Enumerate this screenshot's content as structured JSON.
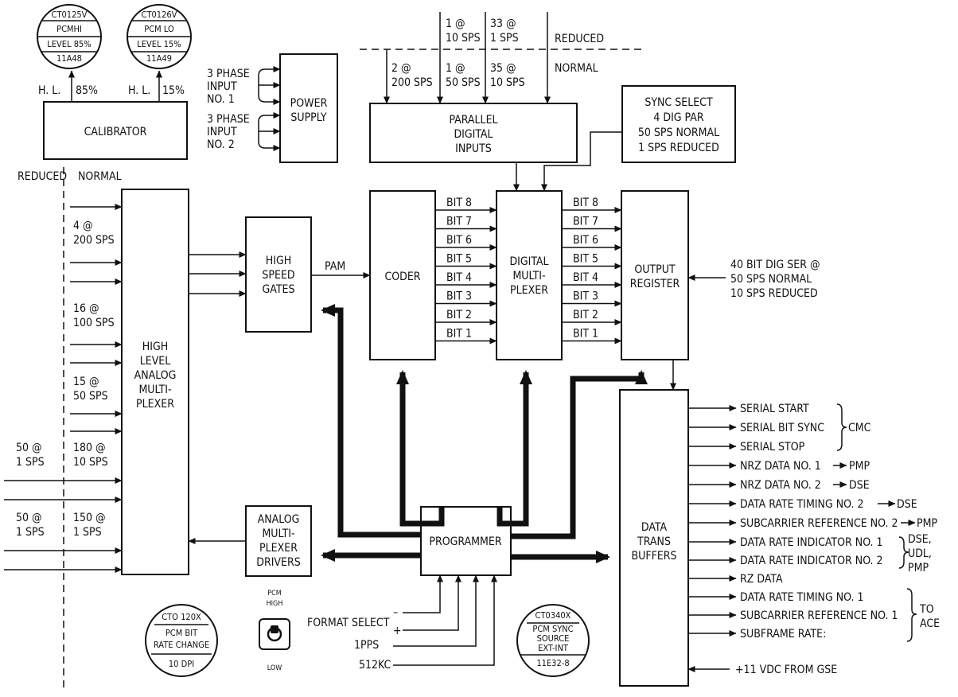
{
  "blocks": {
    "calibrator": "CALIBRATOR",
    "power_supply": [
      "POWER",
      "SUPPLY"
    ],
    "parallel_inputs": [
      "PARALLEL",
      "DIGITAL",
      "INPUTS"
    ],
    "sync_select": [
      "SYNC SELECT",
      "4 DIG PAR",
      "50 SPS NORMAL",
      "1 SPS REDUCED"
    ],
    "high_level_mux": [
      "HIGH",
      "LEVEL",
      "ANALOG",
      "MULTI-",
      "PLEXER"
    ],
    "high_speed_gates": [
      "HIGH",
      "SPEED",
      "GATES"
    ],
    "coder": "CODER",
    "digital_mux": [
      "DIGITAL",
      "MULTI-",
      "PLEXER"
    ],
    "output_register": [
      "OUTPUT",
      "REGISTER"
    ],
    "analog_drivers": [
      "ANALOG",
      "MULTI-",
      "PLEXER",
      "DRIVERS"
    ],
    "programmer": "PROGRAMMER",
    "data_trans": [
      "DATA",
      "TRANS",
      "BUFFERS"
    ]
  },
  "meters": {
    "m1": [
      "CT0125V",
      "PCMHI",
      "LEVEL 85%",
      "11A48"
    ],
    "m2": [
      "CT0126V",
      "PCM LO",
      "LEVEL 15%",
      "11A49"
    ],
    "m3": [
      "CTO 120X",
      "PCM BIT",
      "RATE CHANGE",
      "10 DPI"
    ],
    "m4": [
      "CT0340X",
      "PCM SYNC",
      "SOURCE",
      "EXT-INT",
      "11E32-8"
    ]
  },
  "calib_labels": {
    "hl1": "H. L.",
    "p85": "85%",
    "hl2": "H. L.",
    "p15": "15%"
  },
  "power_inputs": {
    "in1": [
      "3 PHASE",
      "INPUT",
      "NO. 1"
    ],
    "in2": [
      "3 PHASE",
      "INPUT",
      "NO. 2"
    ]
  },
  "parallel_rates": {
    "reduced": "REDUCED",
    "normal": "NORMAL",
    "r1": [
      "1 @",
      "10 SPS"
    ],
    "r2": [
      "33 @",
      "1 SPS"
    ],
    "n1": [
      "2 @",
      "200 SPS"
    ],
    "n2": [
      "1 @",
      "50 SPS"
    ],
    "n3": [
      "35 @",
      "10 SPS"
    ]
  },
  "mux_rates": {
    "reduced": "REDUCED",
    "normal": "NORMAL",
    "g1": [
      "4 @",
      "200 SPS"
    ],
    "g2": [
      "16 @",
      "100 SPS"
    ],
    "g3": [
      "15 @",
      "50 SPS"
    ],
    "g4a": [
      "50 @",
      "1 SPS"
    ],
    "g4b": [
      "180 @",
      "10 SPS"
    ],
    "g5a": [
      "50 @",
      "1 SPS"
    ],
    "g5b": [
      "150 @",
      "1 SPS"
    ]
  },
  "pam": "PAM",
  "bits": [
    "BIT 8",
    "BIT 7",
    "BIT 6",
    "BIT 5",
    "BIT 4",
    "BIT 3",
    "BIT 2",
    "BIT 1"
  ],
  "output_register_input": [
    "40 BIT DIG SER @",
    "50 SPS NORMAL",
    "10 SPS REDUCED"
  ],
  "switch": {
    "top1": "PCM",
    "top2": "HIGH",
    "bottom": "LOW"
  },
  "programmer_inputs": {
    "format": "FORMAT SELECT",
    "minus": "–",
    "plus": "+",
    "ipps": "1PPS",
    "khz": "512KC"
  },
  "outputs": {
    "serial_start": "SERIAL START",
    "serial_bit_sync": "SERIAL BIT SYNC",
    "serial_stop": "SERIAL STOP",
    "cmc": "CMC",
    "nrz1": "NRZ DATA NO. 1",
    "pmp1": "PMP",
    "nrz2": "NRZ DATA NO. 2",
    "dse1": "DSE",
    "drt2": "DATA RATE TIMING NO. 2",
    "dse2": "DSE",
    "scr2": "SUBCARRIER REFERENCE NO. 2",
    "pmp2": "PMP",
    "dri1": "DATA RATE INDICATOR NO. 1",
    "dri2": "DATA RATE INDICATOR NO. 2",
    "dest": [
      "DSE,",
      "UDL,",
      "PMP"
    ],
    "rz": "RZ DATA",
    "drt1": "DATA RATE TIMING NO. 1",
    "scr1": "SUBCARRIER REFERENCE NO. 1",
    "subframe": "SUBFRAME RATE:",
    "to_ace": [
      "TO",
      "ACE"
    ],
    "gse": "+11 VDC FROM GSE"
  }
}
